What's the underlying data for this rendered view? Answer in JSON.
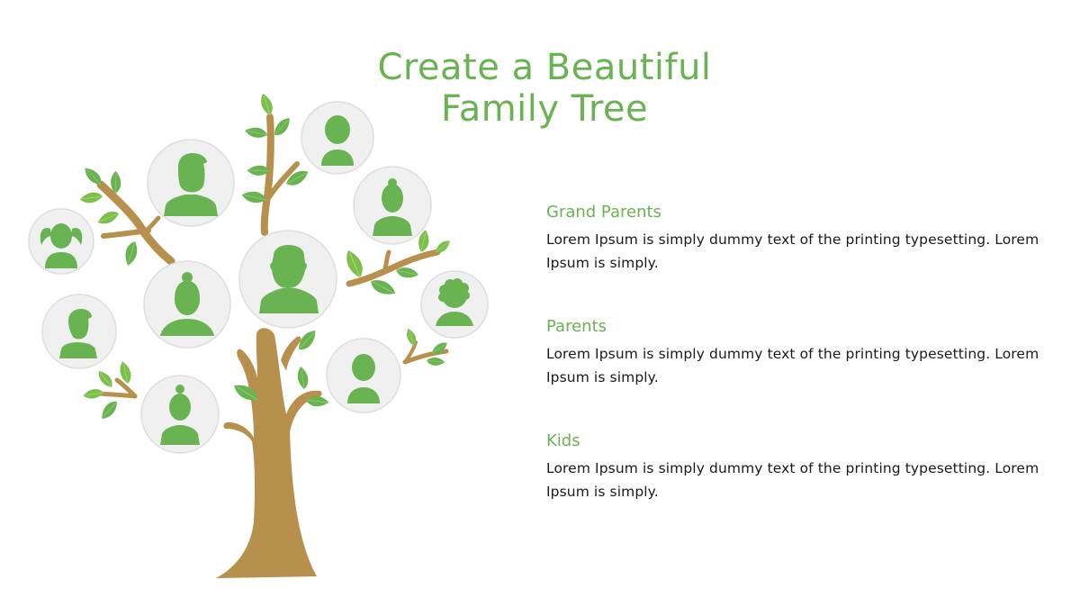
{
  "header": {
    "title_line1": "Create a Beautiful",
    "title_line2": "Family Tree"
  },
  "colors": {
    "accent_green": "#6ab352",
    "leaf_light_green": "#7cc04a",
    "trunk_brown": "#b8904e",
    "avatar_bg": "#f0f0f0",
    "avatar_border": "#dedede",
    "body_text": "#1a1a1a"
  },
  "sections": [
    {
      "heading": "Grand Parents",
      "body": "Lorem Ipsum is simply dummy text of the printing typesetting. Lorem Ipsum is simply."
    },
    {
      "heading": "Parents",
      "body": "Lorem Ipsum is simply dummy text of the printing typesetting. Lorem Ipsum is simply."
    },
    {
      "heading": "Kids",
      "body": "Lorem Ipsum is simply dummy text of the printing typesetting. Lorem Ipsum is simply."
    }
  ],
  "illustration": {
    "type": "family-tree",
    "avatars": [
      {
        "role": "girl-pigtails"
      },
      {
        "role": "man"
      },
      {
        "role": "boy"
      },
      {
        "role": "woman-bun"
      },
      {
        "role": "man-large"
      },
      {
        "role": "woman-bun"
      },
      {
        "role": "boy"
      },
      {
        "role": "curly-kid"
      },
      {
        "role": "boy"
      },
      {
        "role": "woman-bun"
      }
    ]
  }
}
